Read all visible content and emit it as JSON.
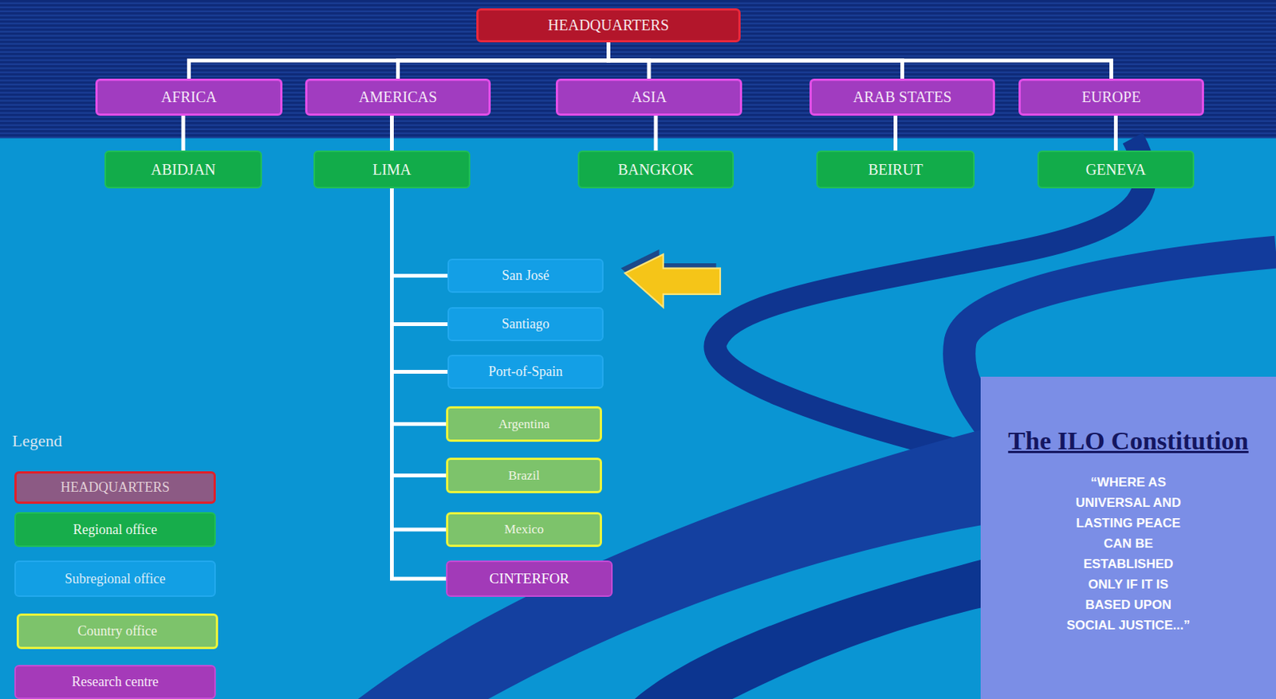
{
  "diagram": {
    "nodes": [
      {
        "text": [
          "HEADQUARTERS"
        ]
      },
      {
        "text": [
          "AFRICA"
        ]
      },
      {
        "text": [
          "AMERICAS"
        ]
      },
      {
        "text": [
          "ASIA"
        ]
      },
      {
        "text": [
          "ARAB STATES"
        ]
      },
      {
        "text": [
          "EUROPE"
        ]
      },
      {
        "text": [
          "ABIDJAN"
        ]
      },
      {
        "text": [
          "LIMA"
        ]
      },
      {
        "text": [
          "BANGKOK"
        ]
      },
      {
        "text": [
          "BEIRUT"
        ]
      },
      {
        "text": [
          "GENEVA"
        ]
      },
      {
        "text": [
          "San José"
        ]
      },
      {
        "text": [
          "Santiago"
        ]
      },
      {
        "text": [
          "Port-of-Spain"
        ]
      },
      {
        "text": [
          "Argentina"
        ]
      },
      {
        "text": [
          "Brazil"
        ]
      },
      {
        "text": [
          "Mexico"
        ]
      },
      {
        "text": [
          "CINTERFOR"
        ]
      },
      {
        "text": [
          "The ILO Constitution",
          "“WHERE AS UNIVERSAL AND LASTING PEACE CAN BE ESTABLISHED ONLY IF IT IS BASED UPON SOCIAL JUSTICE...”"
        ]
      }
    ],
    "edges": [
      {
        "from": 0,
        "to": 1,
        "arrow": "none"
      },
      {
        "from": 0,
        "to": 2,
        "arrow": "none"
      },
      {
        "from": 0,
        "to": 3,
        "arrow": "none"
      },
      {
        "from": 0,
        "to": 4,
        "arrow": "none"
      },
      {
        "from": 0,
        "to": 5,
        "arrow": "none"
      },
      {
        "from": 1,
        "to": 6,
        "arrow": "none"
      },
      {
        "from": 2,
        "to": 7,
        "arrow": "none"
      },
      {
        "from": 3,
        "to": 8,
        "arrow": "none"
      },
      {
        "from": 4,
        "to": 9,
        "arrow": "none"
      },
      {
        "from": 5,
        "to": 10,
        "arrow": "none"
      },
      {
        "from": 7,
        "to": 11,
        "arrow": "none"
      },
      {
        "from": 7,
        "to": 12,
        "arrow": "none"
      },
      {
        "from": 7,
        "to": 13,
        "arrow": "none"
      },
      {
        "from": 7,
        "to": 14,
        "arrow": "none"
      },
      {
        "from": 7,
        "to": 15,
        "arrow": "none"
      },
      {
        "from": 7,
        "to": 16,
        "arrow": "none"
      },
      {
        "from": 7,
        "to": 17,
        "arrow": "none"
      }
    ],
    "labels": [
      "Legend"
    ],
    "legend": [
      {
        "text": "HEADQUARTERS",
        "color": "#8c5a84"
      },
      {
        "text": "Regional office",
        "color": "#17ad4b"
      },
      {
        "text": "Subregional office",
        "color": "#129fe4"
      },
      {
        "text": "Country office",
        "color": "#7dc36b"
      },
      {
        "text": "Research centre",
        "color": "#a53ab9"
      }
    ]
  }
}
